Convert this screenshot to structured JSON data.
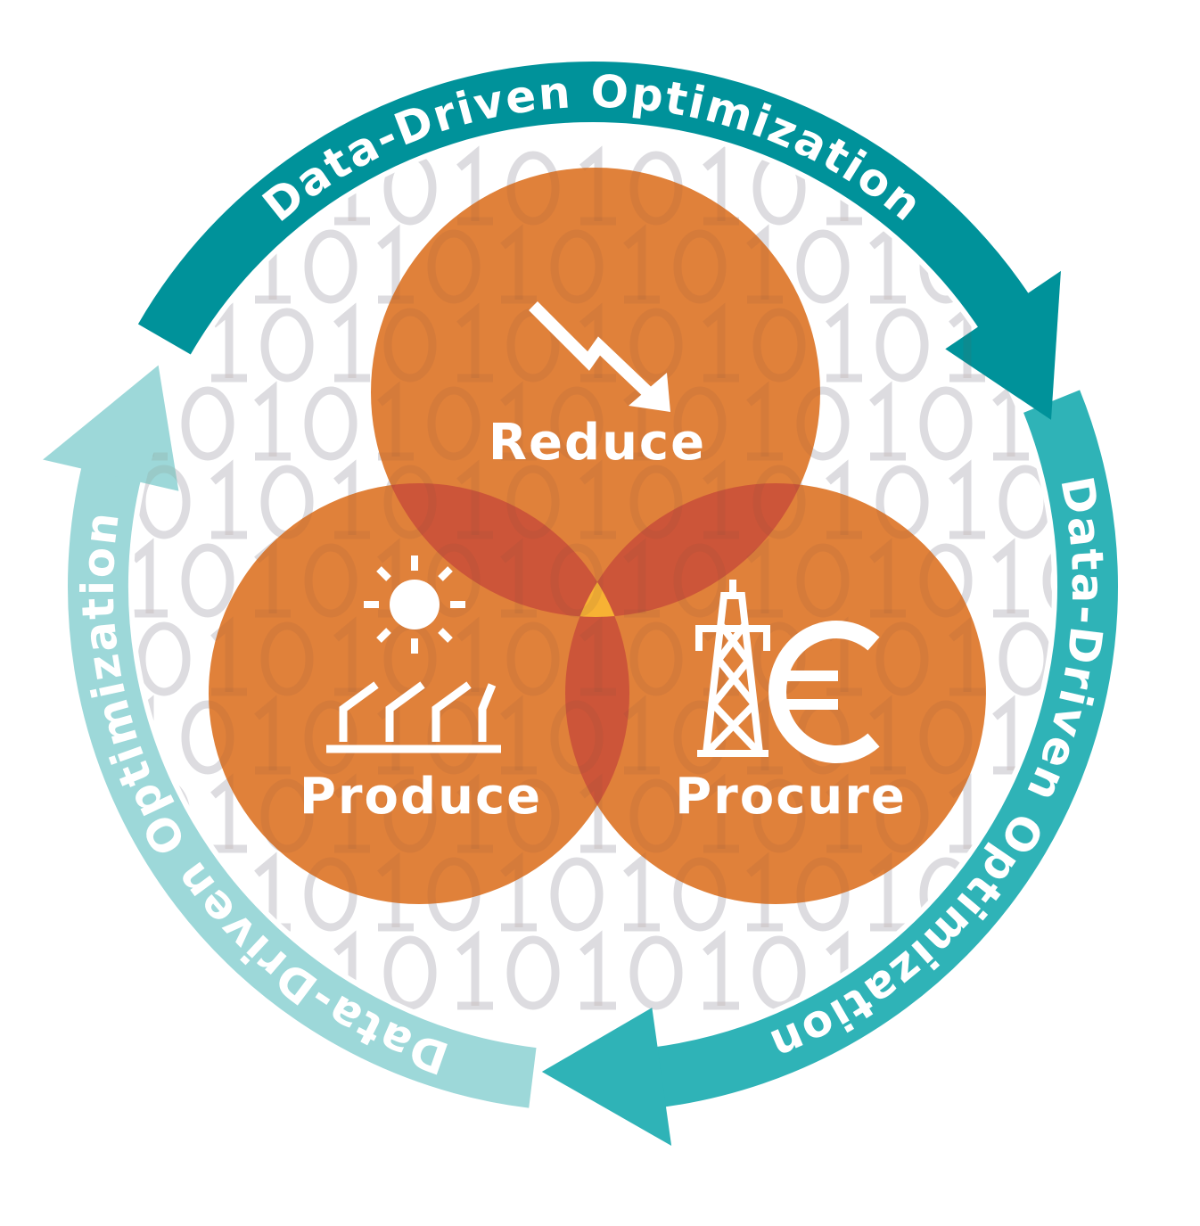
{
  "background_pattern": "01",
  "cycle": [
    {
      "label": "Data-Driven Optimization",
      "color": "#00929a"
    },
    {
      "label": "Data-Driven Optimization",
      "color": "#2fb3b7"
    },
    {
      "label": "Data-Driven Optimization",
      "color": "#9dd8d9"
    }
  ],
  "circles": {
    "reduce": {
      "label": "Reduce",
      "icon": "declining-arrow-icon"
    },
    "produce": {
      "label": "Produce",
      "icon": "sun-solar-panel-icon"
    },
    "procure": {
      "label": "Procure",
      "icon": "power-pylon-euro-icon"
    }
  },
  "colors": {
    "circle": "#e0813a",
    "overlap": "#cc5539",
    "center": "#f7b234",
    "pattern": "#e9edf3"
  }
}
